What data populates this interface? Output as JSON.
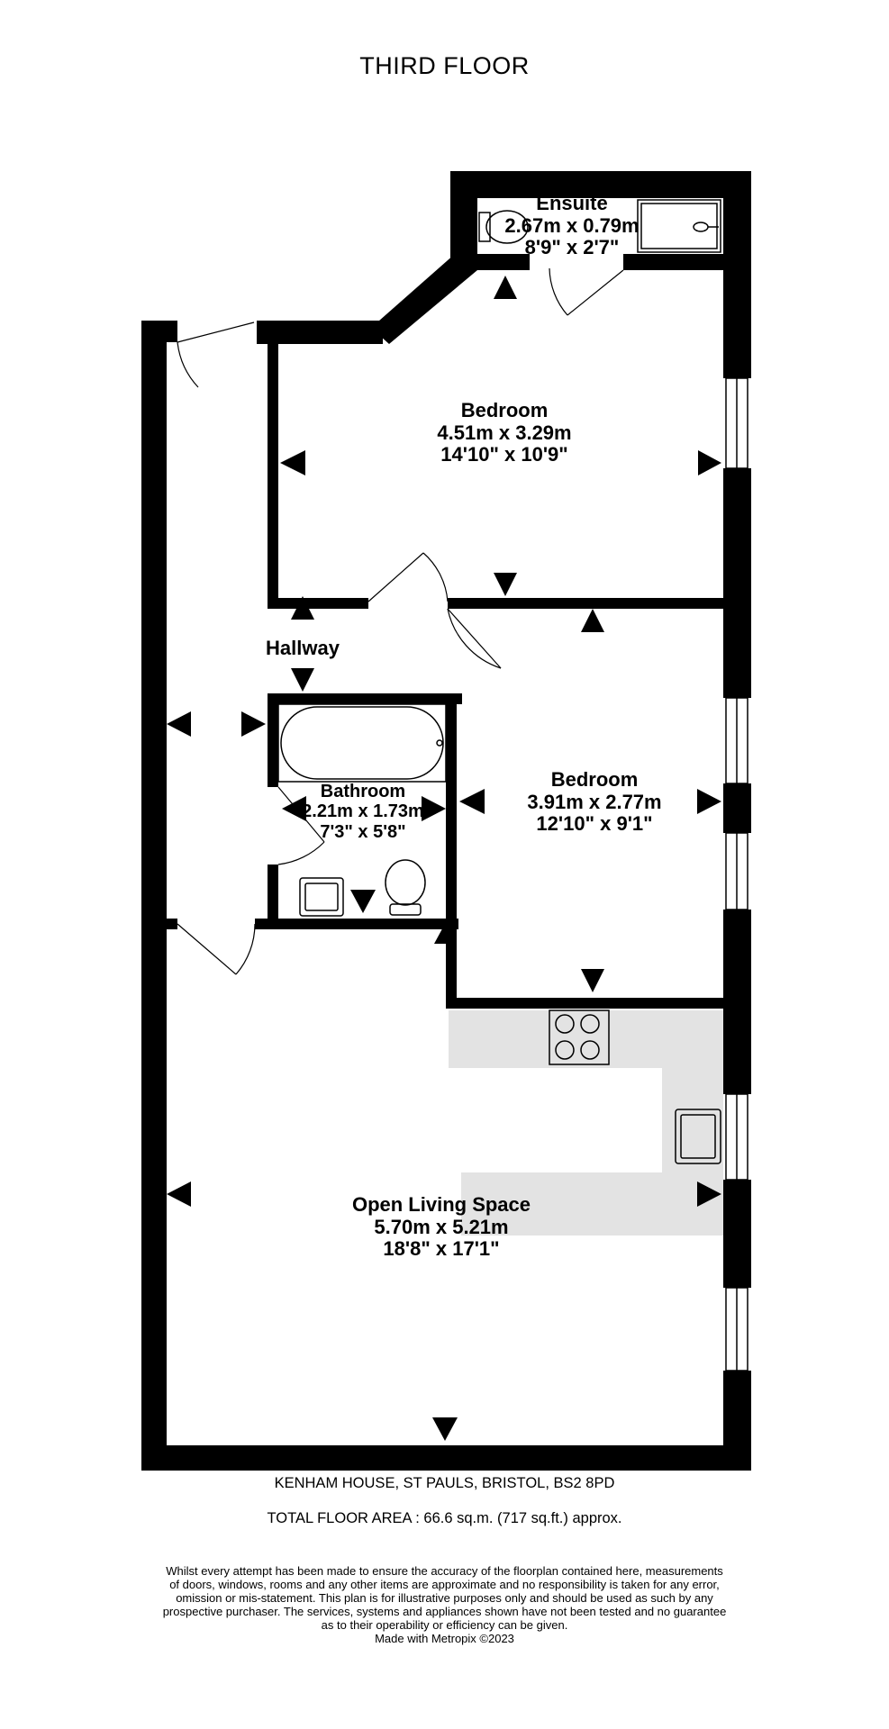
{
  "title": "THIRD FLOOR",
  "rooms": {
    "ensuite": {
      "name": "Ensuite",
      "metric": "2.67m  x 0.79m",
      "imperial": "8'9\"  x 2'7\""
    },
    "bedroom1": {
      "name": "Bedroom",
      "metric": "4.51m  x 3.29m",
      "imperial": "14'10\"  x 10'9\""
    },
    "hallway": {
      "name": "Hallway"
    },
    "bathroom": {
      "name": "Bathroom",
      "metric": "2.21m  x 1.73m",
      "imperial": "7'3\"  x 5'8\""
    },
    "bedroom2": {
      "name": "Bedroom",
      "metric": "3.91m  x 2.77m",
      "imperial": "12'10\"  x 9'1\""
    },
    "living": {
      "name": "Open Living Space",
      "metric": "5.70m  x 5.21m",
      "imperial": "18'8\"  x 17'1\""
    }
  },
  "footer": {
    "address": "KENHAM HOUSE, ST PAULS, BRISTOL, BS2 8PD",
    "total_area": "TOTAL FLOOR AREA : 66.6 sq.m. (717 sq.ft.) approx.",
    "disclaimer_lines": [
      "Whilst every attempt has been made to ensure the accuracy of the floorplan contained here, measurements",
      "of doors, windows, rooms and any other items are approximate and no responsibility is taken for any error,",
      "omission or mis-statement. This plan is for illustrative purposes only and should be used as such by any",
      "prospective purchaser. The services, systems and appliances shown have not been tested and no guarantee",
      "as to their operability or efficiency can be given.",
      "Made with Metropix ©2023"
    ]
  },
  "colors": {
    "wall": "#000000",
    "kitchen_shade": "#e3e3e3",
    "background": "#ffffff"
  }
}
